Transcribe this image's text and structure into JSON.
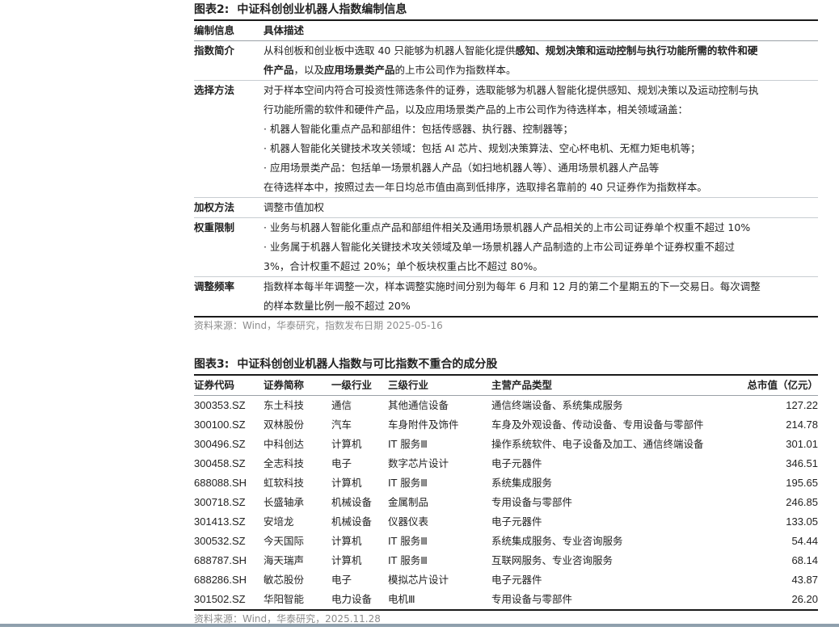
{
  "table2": {
    "fig_label": "图表2:",
    "title": "中证科创创业机器人指数编制信息",
    "header": {
      "key": "编制信息",
      "value": "具体描述"
    },
    "rows": [
      {
        "key": "指数简介",
        "lines": [
          [
            {
              "t": "从科创板和创业板中选取 40 只能够为机器人智能化提供",
              "b": false
            },
            {
              "t": "感知、规划决策和运动控制与执行功能所需的软件和硬",
              "b": true
            }
          ],
          [
            {
              "t": "件产品",
              "b": true
            },
            {
              "t": "，以及",
              "b": false
            },
            {
              "t": "应用场景类产品",
              "b": true
            },
            {
              "t": "的上市公司作为指数样本。",
              "b": false
            }
          ]
        ]
      },
      {
        "key": "选择方法",
        "lines": [
          "对于样本空间内符合可投资性筛选条件的证券，选取能够为机器人智能化提供感知、规划决策以及运动控制与执",
          "行功能所需的软件和硬件产品，以及应用场景类产品的上市公司作为待选样本，相关领域涵盖：",
          "· 机器人智能化重点产品和部组件：包括传感器、执行器、控制器等；",
          "· 机器人智能化关键技术攻关领域：包括 AI 芯片、规划决策算法、空心杯电机、无框力矩电机等；",
          "· 应用场景类产品：包括单一场景机器人产品（如扫地机器人等）、通用场景机器人产品等",
          "在待选样本中，按照过去一年日均总市值由高到低排序，选取排名靠前的 40 只证券作为指数样本。"
        ]
      },
      {
        "key": "加权方法",
        "lines": [
          "调整市值加权"
        ]
      },
      {
        "key": "权重限制",
        "lines": [
          "· 业务与机器人智能化重点产品和部组件相关及通用场景机器人产品相关的上市公司证券单个权重不超过 10%",
          "· 业务属于机器人智能化关键技术攻关领域及单一场景机器人产品制造的上市公司证券单个证券权重不超过",
          "3%，合计权重不超过 20%；单个板块权重占比不超过 80%。"
        ]
      },
      {
        "key": "调整频率",
        "lines": [
          "指数样本每半年调整一次，样本调整实施时间分别为每年 6 月和 12 月的第二个星期五的下一交易日。每次调整",
          "的样本数量比例一般不超过 20%"
        ]
      }
    ],
    "source": "资料来源：Wind，华泰研究，指数发布日期 2025-05-16"
  },
  "table3": {
    "fig_label": "图表3:",
    "title": "中证科创创业机器人指数与可比指数不重合的成分股",
    "columns": [
      "证券代码",
      "证券简称",
      "一级行业",
      "三级行业",
      "主营产品类型",
      "总市值（亿元）"
    ],
    "rows": [
      [
        "300353.SZ",
        "东土科技",
        "通信",
        "其他通信设备",
        "通信终端设备、系统集成服务",
        "127.22"
      ],
      [
        "300100.SZ",
        "双林股份",
        "汽车",
        "车身附件及饰件",
        "车身及外观设备、传动设备、专用设备与零部件",
        "214.78"
      ],
      [
        "300496.SZ",
        "中科创达",
        "计算机",
        "IT 服务Ⅲ",
        "操作系统软件、电子设备及加工、通信终端设备",
        "301.01"
      ],
      [
        "300458.SZ",
        "全志科技",
        "电子",
        "数字芯片设计",
        "电子元器件",
        "346.51"
      ],
      [
        "688088.SH",
        "虹软科技",
        "计算机",
        "IT 服务Ⅲ",
        "系统集成服务",
        "195.65"
      ],
      [
        "300718.SZ",
        "长盛轴承",
        "机械设备",
        "金属制品",
        "专用设备与零部件",
        "246.85"
      ],
      [
        "301413.SZ",
        "安培龙",
        "机械设备",
        "仪器仪表",
        "电子元器件",
        "133.05"
      ],
      [
        "300532.SZ",
        "今天国际",
        "计算机",
        "IT 服务Ⅲ",
        "系统集成服务、专业咨询服务",
        "54.44"
      ],
      [
        "688787.SH",
        "海天瑞声",
        "计算机",
        "IT 服务Ⅲ",
        "互联网服务、专业咨询服务",
        "68.14"
      ],
      [
        "688286.SH",
        "敏芯股份",
        "电子",
        "模拟芯片设计",
        "电子元器件",
        "43.87"
      ],
      [
        "301502.SZ",
        "华阳智能",
        "电力设备",
        "电机Ⅲ",
        "专用设备与零部件",
        "26.20"
      ]
    ],
    "source": "资料来源：Wind，华泰研究，2025.11.28"
  }
}
